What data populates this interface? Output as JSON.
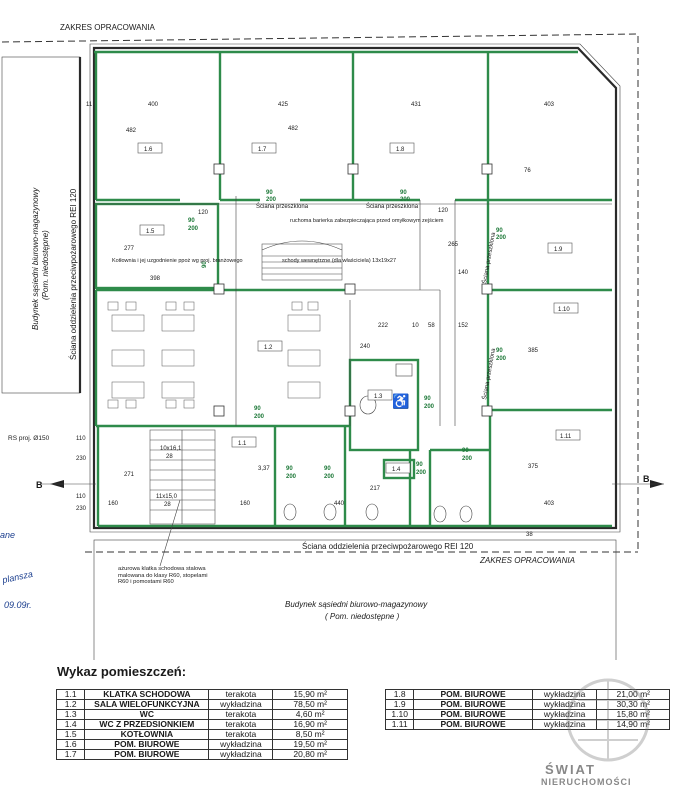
{
  "labels": {
    "zakres_top": "ZAKRES OPRACOWANIA",
    "zakres_bottom": "ZAKRES OPRACOWANIA",
    "wall_left": "Ściana oddzielenia przeciwpożarowego REI 120",
    "wall_bottom": "Ściana oddzielenia przeciwpożarowego REI 120",
    "neighbor_left_1": "Budynek sąsiedni biurowo-magazynowy",
    "neighbor_left_2": "(Pom. niedostępne)",
    "neighbor_bottom_1": "Budynek sąsiedni biurowo-magazynowy",
    "neighbor_bottom_2": "( Pom. niedostępne )",
    "rs": "RS proj. Ø150",
    "section_b": "B",
    "sciana_1": "Ściana przeszklona",
    "sciana_2": "Ściana przeszklona",
    "sciana_3": "Ściana przeszklona",
    "sciana_4": "Ściana przeszklona",
    "barrier": "ruchoma barierka zabezpieczająca przed omyłkowym zejściem",
    "stairs_inner": "schody wewnętrzne (dla właściciela) 13x19x27",
    "kotlownia_note": "Kotłownia i jej uzgodnienie ppoż wg proj. branżowego",
    "stair_note": "ażurowa klatka schodowa stalowa malowana do klasy R60, stopelami R60 i pomostami R60",
    "stair_1": "10x16,1",
    "stair_2": "28",
    "stair_3": "11x15,0",
    "stair_4": "28"
  },
  "rooms": [
    "1.1",
    "1.2",
    "1.3",
    "1.4",
    "1.5",
    "1.6",
    "1.7",
    "1.8",
    "1.9",
    "1.10",
    "1.11"
  ],
  "dims": {
    "d400": "400",
    "d425": "425",
    "d431": "431",
    "d403a": "403",
    "d403b": "403",
    "d482a": "482",
    "d482b": "482",
    "d120a": "120",
    "d120b": "120",
    "d277": "277",
    "d398": "398",
    "d140": "140",
    "d222": "222",
    "d10a": "10",
    "d58": "58",
    "d152": "152",
    "d385": "385",
    "d375": "375",
    "d271": "271",
    "d160a": "160",
    "d160b": "160",
    "d440": "440",
    "d217": "217",
    "d337": "3,37",
    "d240": "240",
    "d265": "265",
    "d110a": "110",
    "d230a": "230",
    "d110b": "110",
    "d230b": "230",
    "d11": "11",
    "d38": "38",
    "d76": "76"
  },
  "doors": [
    "90",
    "200"
  ],
  "legend": {
    "title": "Wykaz pomieszczeń:",
    "left": [
      {
        "no": "1.1",
        "name": "KLATKA SCHODOWA",
        "floor": "terakota",
        "area": "15,90 m²"
      },
      {
        "no": "1.2",
        "name": "SALA WIELOFUNKCYJNA",
        "floor": "wykładzina",
        "area": "78,50 m²"
      },
      {
        "no": "1.3",
        "name": "WC",
        "floor": "terakota",
        "area": "4,60 m²"
      },
      {
        "no": "1.4",
        "name": "WC Z PRZEDSIONKIEM",
        "floor": "terakota",
        "area": "16,90 m²"
      },
      {
        "no": "1.5",
        "name": "KOTŁOWNIA",
        "floor": "terakota",
        "area": "8,50 m²"
      },
      {
        "no": "1.6",
        "name": "POM. BIUROWE",
        "floor": "wykładzina",
        "area": "19,50 m²"
      },
      {
        "no": "1.7",
        "name": "POM. BIUROWE",
        "floor": "wykładzina",
        "area": "20,80 m²"
      }
    ],
    "right": [
      {
        "no": "1.8",
        "name": "POM. BIUROWE",
        "floor": "wykładzina",
        "area": "21,00 m²"
      },
      {
        "no": "1.9",
        "name": "POM. BIUROWE",
        "floor": "wykładzina",
        "area": "30,30 m²"
      },
      {
        "no": "1.10",
        "name": "POM. BIUROWE",
        "floor": "wykładzina",
        "area": "15,80 m²"
      },
      {
        "no": "1.11",
        "name": "POM. BIUROWE",
        "floor": "wykładzina",
        "area": "14,90 m²"
      }
    ]
  },
  "handwritten": {
    "note1": "plansza",
    "note2": "ane",
    "note3": "09.09r."
  },
  "watermark": {
    "name": "ŚWIAT",
    "sub": "NIERUCHOMOŚCI"
  },
  "colors": {
    "green": "#2e8b4a",
    "wall": "#2a2a2a"
  }
}
